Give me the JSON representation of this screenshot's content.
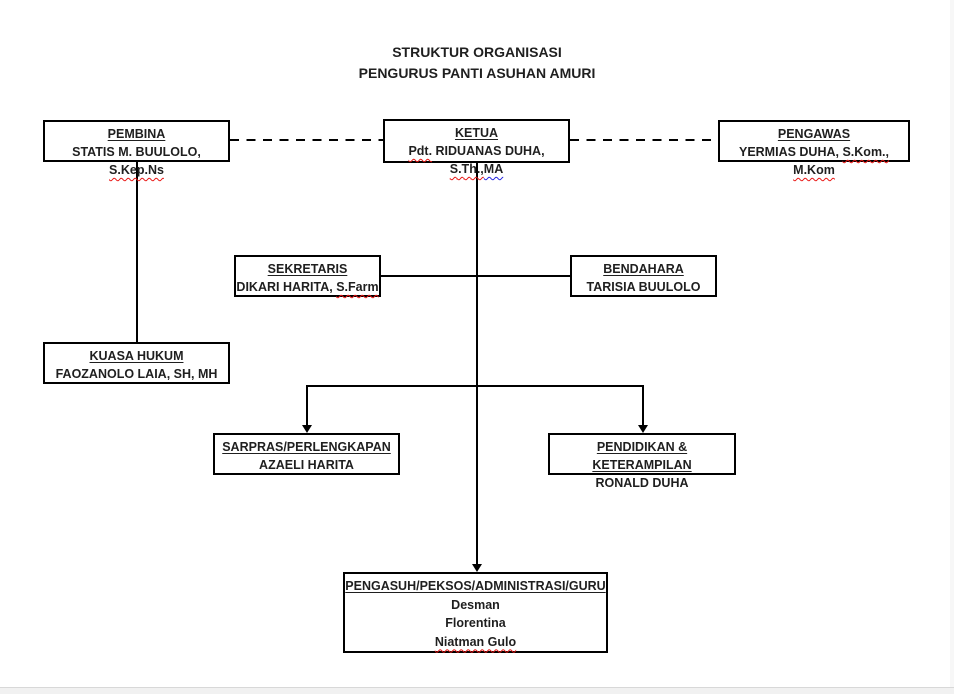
{
  "page": {
    "title_line1": "STRUKTUR ORGANISASI",
    "title_line2": "PENGURUS PANTI ASUHAN AMURI"
  },
  "colors": {
    "line": "#000000",
    "box_border": "#000000",
    "spellcheck_red": "#e81412",
    "grammar_blue": "#2323e0",
    "scrollbar_track": "#f1f1f1"
  },
  "boxes": {
    "pembina": {
      "title": "PEMBINA",
      "name_plain": "STATIS M. BUULOLO, ",
      "name_marked": "S.Kep.Ns"
    },
    "ketua": {
      "title": "KETUA",
      "name_pre": "Pdt.",
      "name_mid": " RIDUANAS DUHA, ",
      "name_marked_red": "S.Th.,",
      "name_marked_blue": "MA"
    },
    "pengawas": {
      "title": "PENGAWAS",
      "name_plain": "YERMIAS DUHA, ",
      "name_marked1": "S.Kom.,",
      "name_sep": " ",
      "name_marked2": "M.Kom"
    },
    "sekretaris": {
      "title": "SEKRETARIS",
      "name_plain": "DIKARI HARITA, ",
      "name_marked": "S.Farm"
    },
    "bendahara": {
      "title": "BENDAHARA",
      "name": "TARISIA BUULOLO"
    },
    "kuasa_hukum": {
      "title": "KUASA HUKUM",
      "name": "FAOZANOLO LAIA, SH, MH"
    },
    "sarpras": {
      "title": "SARPRAS/PERLENGKAPAN",
      "name": "AZAELI HARITA"
    },
    "pendidikan": {
      "title": "PENDIDIKAN & KETERAMPILAN",
      "name": "RONALD DUHA"
    },
    "pengasuh": {
      "title": "PENGASUH/PEKSOS/ADMINISTRASI/GURU",
      "member1": "Desman",
      "member2": "Florentina",
      "member3_marked": "Niatman Gulo"
    }
  }
}
